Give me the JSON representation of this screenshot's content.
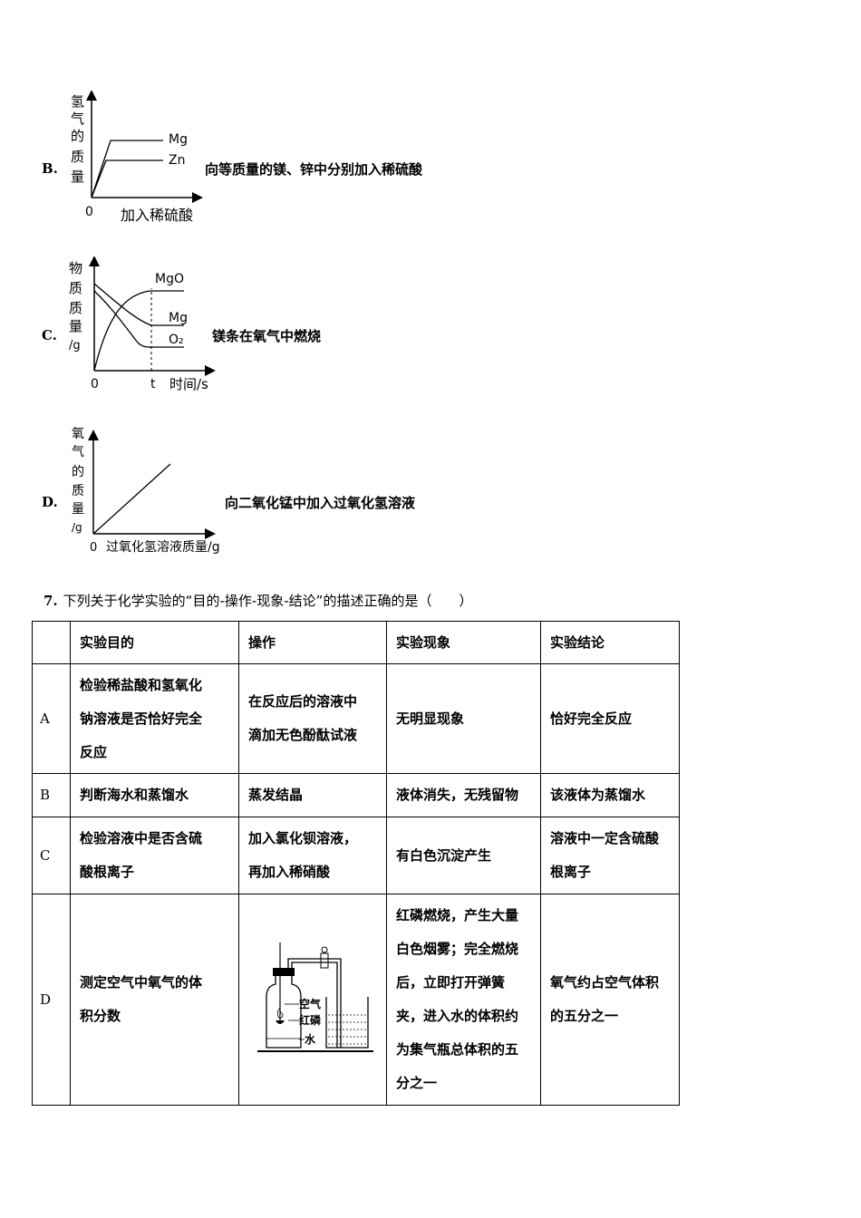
{
  "options": [
    {
      "letter": "B.",
      "desc": "向等质量的镁、锌中分别加入稀硫酸",
      "graph": {
        "ylabel": [
          "氢",
          "气",
          "的",
          "质",
          "量"
        ],
        "origin": "0",
        "xlabel": "加入稀硫酸",
        "curves": [
          "Mg",
          "Zn"
        ]
      }
    },
    {
      "letter": "C.",
      "desc": "镁条在氧气中燃烧",
      "graph": {
        "ylabel": [
          "物",
          "质",
          "质",
          "量",
          "/g"
        ],
        "origin": "0",
        "xtick": "t",
        "xlabel": "时间/s",
        "curves": [
          "MgO",
          "Mg",
          "O₂"
        ]
      }
    },
    {
      "letter": "D.",
      "desc": "向二氧化锰中加入过氧化氢溶液",
      "graph": {
        "ylabel": [
          "氧",
          "气",
          "的",
          "质",
          "量",
          "/g"
        ],
        "origin": "0",
        "xlabel": "过氧化氢溶液质量/g"
      }
    }
  ],
  "question": {
    "number": "7.",
    "stem": "下列关于化学实验的“目的-操作-现象-结论”的描述正确的是（　　）",
    "headers": [
      "",
      "实验目的",
      "操作",
      "实验现象",
      "实验结论"
    ],
    "rows": [
      {
        "label": "A",
        "purpose": [
          "检验稀盐酸和氢氧化",
          "钠溶液是否恰好完全",
          "反应"
        ],
        "operation": [
          "在反应后的溶液中",
          "滴加无色酚酞试液"
        ],
        "phenomenon": [
          "无明显现象"
        ],
        "conclusion": [
          "恰好完全反应"
        ]
      },
      {
        "label": "B",
        "purpose": [
          "判断海水和蒸馏水"
        ],
        "operation": [
          "蒸发结晶"
        ],
        "phenomenon": [
          "液体消失，无残留物"
        ],
        "conclusion": [
          "该液体为蒸馏水"
        ]
      },
      {
        "label": "C",
        "purpose": [
          "检验溶液中是否含硫",
          "酸根离子"
        ],
        "operation": [
          "加入氯化钡溶液，",
          "再加入稀硝酸"
        ],
        "phenomenon": [
          "有白色沉淀产生"
        ],
        "conclusion": [
          "溶液中一定含硫酸",
          "根离子"
        ]
      },
      {
        "label": "D",
        "purpose": [
          "测定空气中氧气的体",
          "积分数"
        ],
        "operation_labels": [
          "空气",
          "红磷",
          "水"
        ],
        "phenomenon": [
          "红磷燃烧，产生大量",
          "白色烟雾；完全燃烧",
          "后，立即打开弹簧",
          "夹，进入水的体积约",
          "为集气瓶总体积的五",
          "分之一"
        ],
        "conclusion": [
          "氧气约占空气体积",
          "的五分之一"
        ]
      }
    ]
  }
}
